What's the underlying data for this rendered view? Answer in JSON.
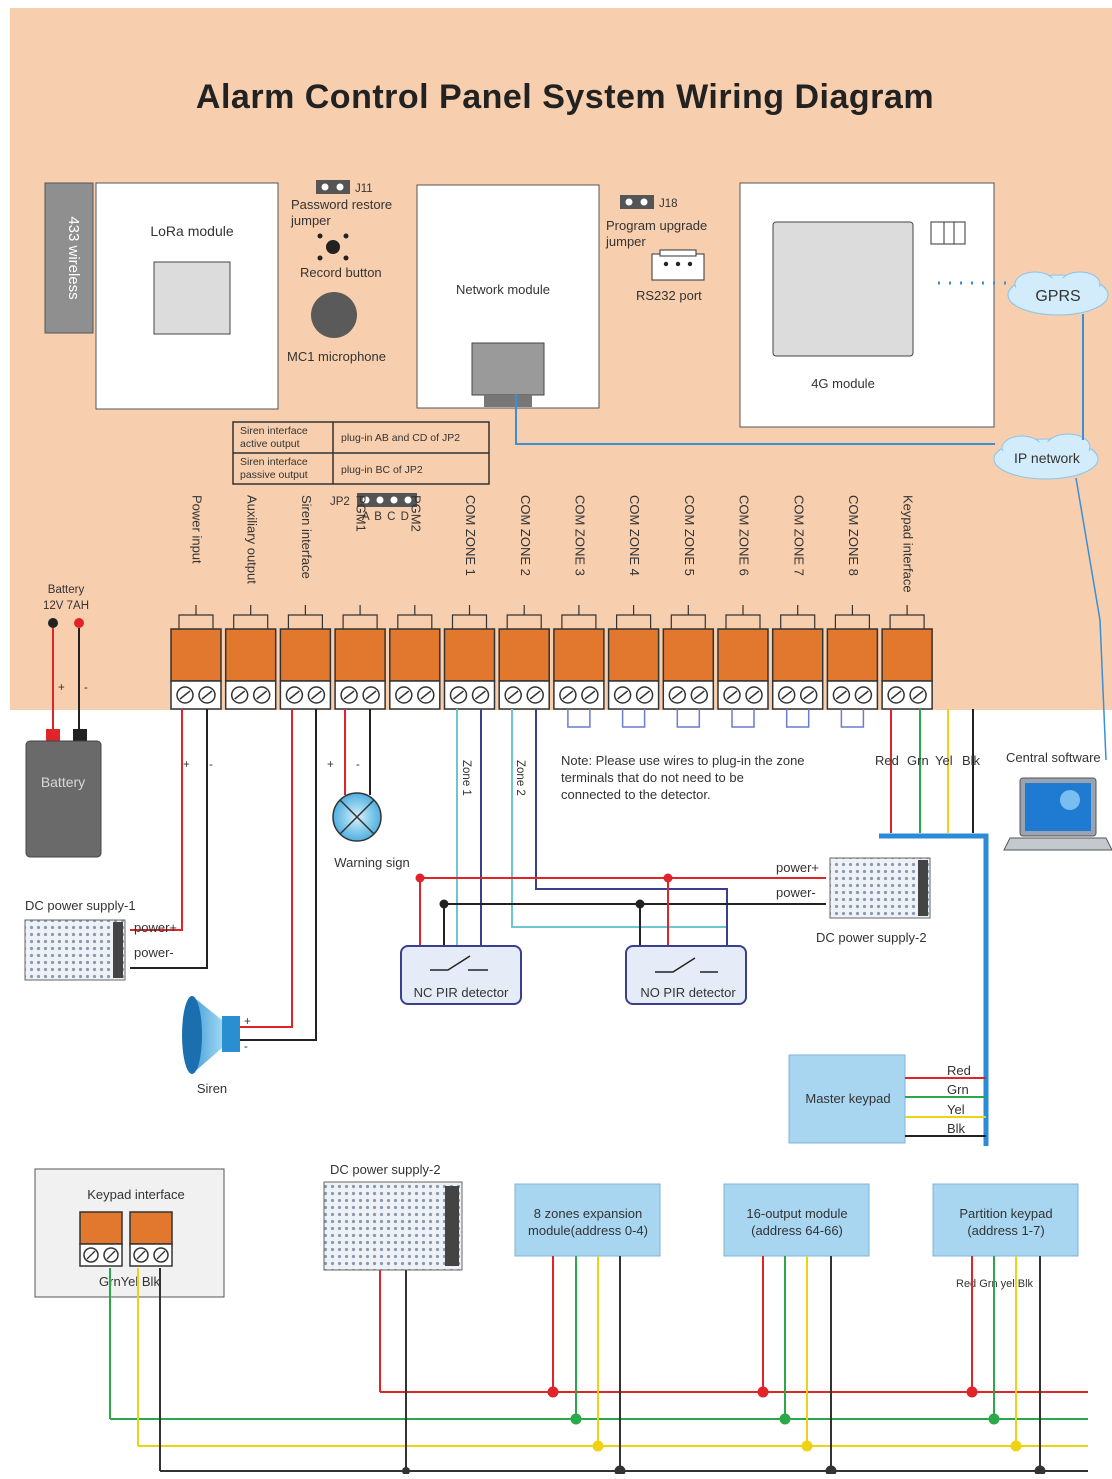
{
  "title": "Alarm Control Panel System Wiring Diagram",
  "top_board": {
    "wireless_label": "433 wireless",
    "lora_module": "LoRa  module",
    "j11": "J11",
    "password_jumper": [
      "Password restore",
      "jumper"
    ],
    "record_button": "Record button",
    "microphone": "MC1 microphone",
    "network_module": "Network module",
    "j18": "J18",
    "program_jumper": [
      "Program upgrade",
      "jumper"
    ],
    "rs232": "RS232 port",
    "module_4g": "4G module",
    "gprs": "GPRS",
    "ip_network": "IP network"
  },
  "siren_table": [
    {
      "name": [
        "Siren interface",
        "active output"
      ],
      "value": "plug-in AB and CD of JP2"
    },
    {
      "name": [
        "Siren interface",
        "passive output"
      ],
      "value": "plug-in BC of JP2"
    }
  ],
  "jp2": {
    "label": "JP2",
    "pins": "A B C D"
  },
  "battery_spec": [
    "Battery",
    "12V 7AH"
  ],
  "battery_signs": {
    "plus": "+",
    "minus": "-"
  },
  "terminals": [
    "Power input",
    "Auxiliary output",
    "Siren interface",
    "PGM1",
    "PGM2",
    "COM ZONE 1",
    "COM ZONE 2",
    "COM ZONE 3",
    "COM ZONE 4",
    "COM ZONE 5",
    "COM ZONE 6",
    "COM ZONE 7",
    "COM ZONE 8",
    "Keypad interface"
  ],
  "battery": "Battery",
  "polarity": {
    "plus": "+",
    "minus": "-"
  },
  "zones": {
    "zone1": "Zone 1",
    "zone2": "Zone 2"
  },
  "note": [
    "Note: Please use wires to plug-in the zone",
    "terminals that do not need to be",
    "connected to the detector."
  ],
  "keypad_wires": [
    "Red",
    "Grn",
    "Yel",
    "Blk"
  ],
  "central_software": "Central software",
  "warning_sign": "Warning sign",
  "dc1": {
    "title": "DC power supply-1",
    "plus": "power+",
    "minus": "power-"
  },
  "dc2": {
    "title": "DC power supply-2",
    "plus": "power+",
    "minus": "power-"
  },
  "nc_pir": "NC PIR detector",
  "no_pir": "NO PIR detector",
  "siren": "Siren",
  "master_keypad": "Master keypad",
  "master_wires": [
    "Red",
    "Grn",
    "Yel",
    "Blk"
  ],
  "bottom": {
    "keypad_interface": "Keypad interface",
    "keypad_if_wires": "GrnYel Blk",
    "dc2_title": "DC power supply-2",
    "expansion": [
      "8 zones expansion",
      "module(address 0-4)"
    ],
    "output16": [
      "16-output module",
      "(address 64-66)"
    ],
    "partition": [
      "Partition keypad",
      "(address 1-7)"
    ],
    "partition_wires": "Red Grn yel Blk"
  },
  "colors": {
    "panel": "#f8cfae",
    "terminal": "#e2772e",
    "red": "#e0242a",
    "green": "#2aa84a",
    "yellow": "#f0d214",
    "cyan": "#6cc4d4",
    "blue": "#2c8bd6",
    "navy": "#3b3f8f",
    "box_blue": "#a8d6f0",
    "dark": "#333333"
  }
}
